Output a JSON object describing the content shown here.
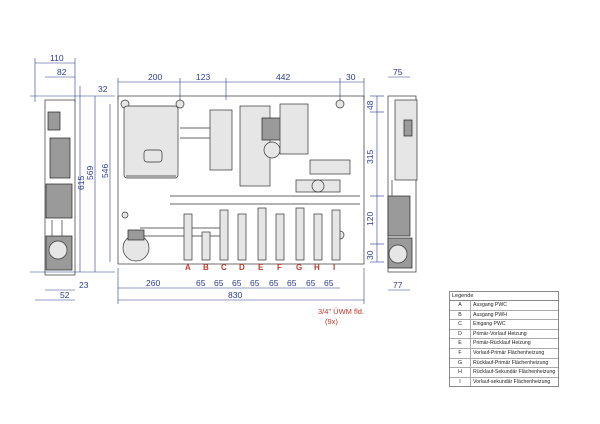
{
  "dimensions": {
    "top": [
      "110",
      "82",
      "200",
      "123",
      "442",
      "30",
      "75"
    ],
    "bottom": [
      "52",
      "23",
      "260",
      "65",
      "65",
      "65",
      "65",
      "65",
      "65",
      "65",
      "65",
      "830",
      "77"
    ],
    "left": [
      "32",
      "615",
      "569",
      "546"
    ],
    "right": [
      "48",
      "315",
      "120",
      "30"
    ]
  },
  "connection_labels": [
    "A",
    "B",
    "C",
    "D",
    "E",
    "F",
    "G",
    "H",
    "I"
  ],
  "note": {
    "line1": "3/4\" ÜWM fld.",
    "line2": "(9x)"
  },
  "legend": {
    "title": "Legende",
    "items": [
      {
        "key": "A",
        "label": "Ausgang PWC"
      },
      {
        "key": "B",
        "label": "Ausgang PWH"
      },
      {
        "key": "C",
        "label": "Eingang PWC"
      },
      {
        "key": "D",
        "label": "Primär-Vorlauf Heizung"
      },
      {
        "key": "E",
        "label": "Primär-Rücklauf Heizung"
      },
      {
        "key": "F",
        "label": "Vorlauf-Primär Flächenheizung"
      },
      {
        "key": "G",
        "label": "Rücklauf-Primär Flächenheizung"
      },
      {
        "key": "H",
        "label": "Rücklauf-Sekundär Flächenheizung"
      },
      {
        "key": "I",
        "label": "Vorlauf-sekundär Flächenheizung"
      }
    ]
  },
  "colors": {
    "dimension": "#2b3a8f",
    "connection": "#c0392b",
    "outline": "#333333"
  }
}
